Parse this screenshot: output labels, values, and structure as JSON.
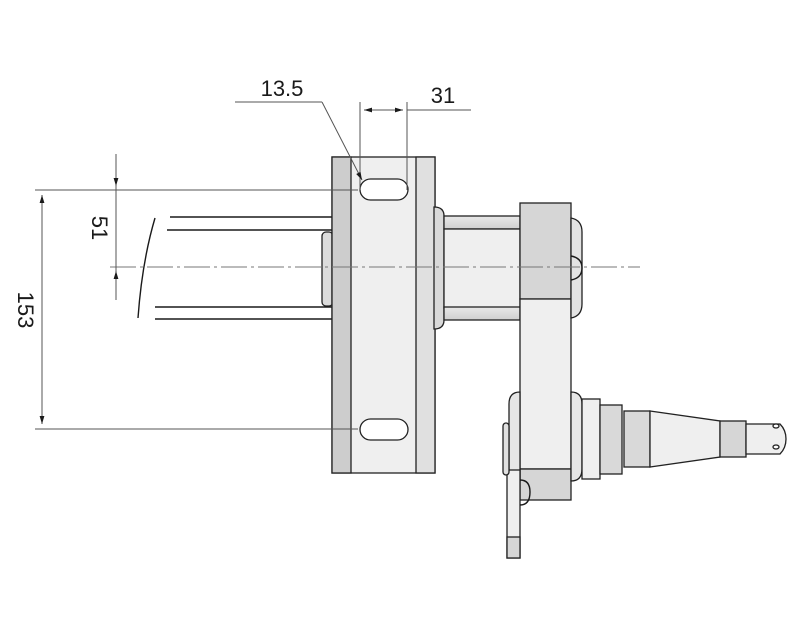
{
  "drawing": {
    "type": "technical-drawing",
    "subject": "axle stub with spindle and mounting plate",
    "colors": {
      "line": "#1a1a1a",
      "dimension_line": "#555555",
      "face_light": "#efefef",
      "face_mid": "#d9d9d9",
      "face_dark": "#c8c8c8",
      "background": "#ffffff"
    }
  },
  "dimensions": {
    "slot_width": {
      "label": "13.5"
    },
    "slot_spacing": {
      "label": "31"
    },
    "offset_vertical": {
      "label": "51"
    },
    "hole_spacing": {
      "label": "153"
    }
  }
}
